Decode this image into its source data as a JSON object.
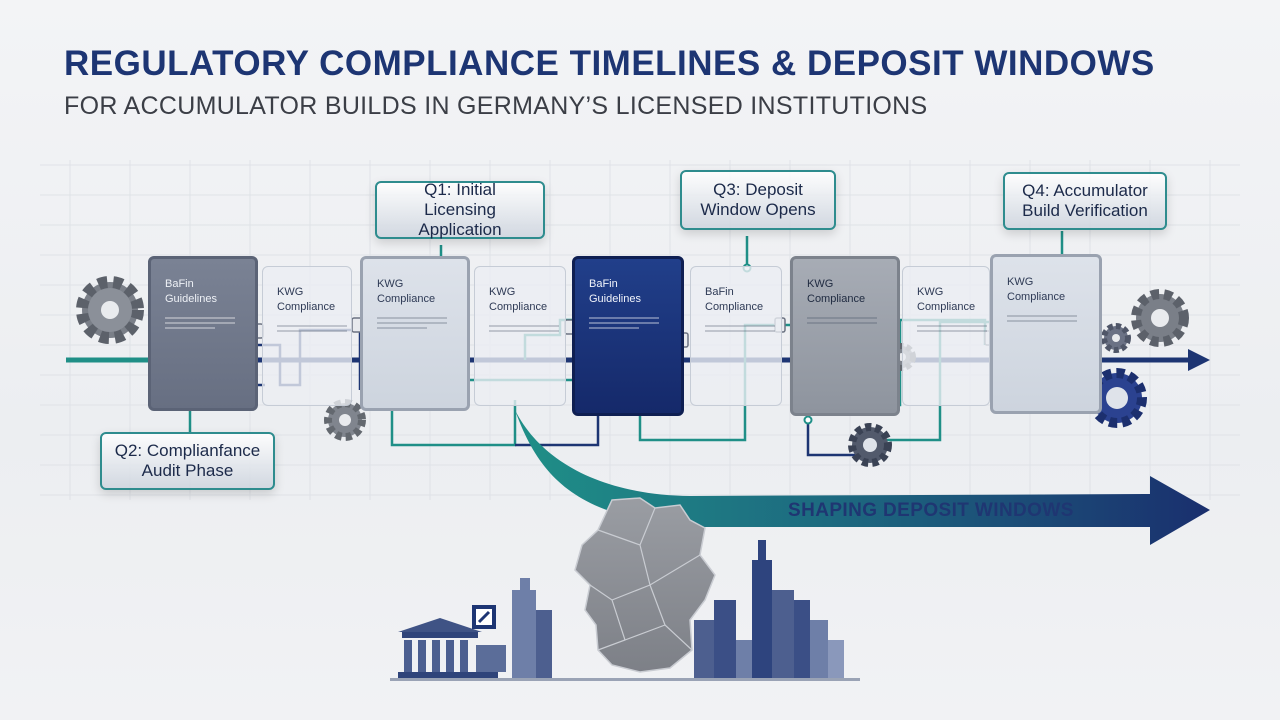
{
  "header": {
    "title": "REGULATORY COMPLIANCE TIMELINES & DEPOSIT WINDOWS",
    "subtitle": "FOR ACCUMULATOR BUILDS IN GERMANY’S LICENSED INSTITUTIONS"
  },
  "callouts": {
    "q1": [
      "Q1: Initial Licensing",
      "Application"
    ],
    "q2": [
      "Q2: Complianfance",
      "Audit Phase"
    ],
    "q3": [
      "Q3: Deposit",
      "Window Opens"
    ],
    "q4": [
      "Q4: Accumulator",
      "Build Verification"
    ]
  },
  "cards": [
    {
      "label": "BaFin Guidelines",
      "style": "dark-gray"
    },
    {
      "label": "KWG Compliance",
      "style": "light"
    },
    {
      "label": "KWG Compliance",
      "style": "mid"
    },
    {
      "label": "KWG Compliance",
      "style": "light"
    },
    {
      "label": "BaFin Guidelines",
      "style": "navy"
    },
    {
      "label": "BaFin Compliance",
      "style": "light"
    },
    {
      "label": "KWG Compliance",
      "style": "steel"
    },
    {
      "label": "KWG Compliance",
      "style": "light"
    },
    {
      "label": "KWG Compliance",
      "style": "mid"
    }
  ],
  "banner": {
    "text": "SHAPING DEPOSIT WINDOWS"
  },
  "colors": {
    "navy": "#1d3573",
    "teal": "#1f8f87",
    "gray": "#8a909b"
  },
  "icons": [
    "gear-icon",
    "germany-map-icon",
    "bank-building-icon",
    "deutsche-bank-logo-icon",
    "skyline-icon"
  ]
}
